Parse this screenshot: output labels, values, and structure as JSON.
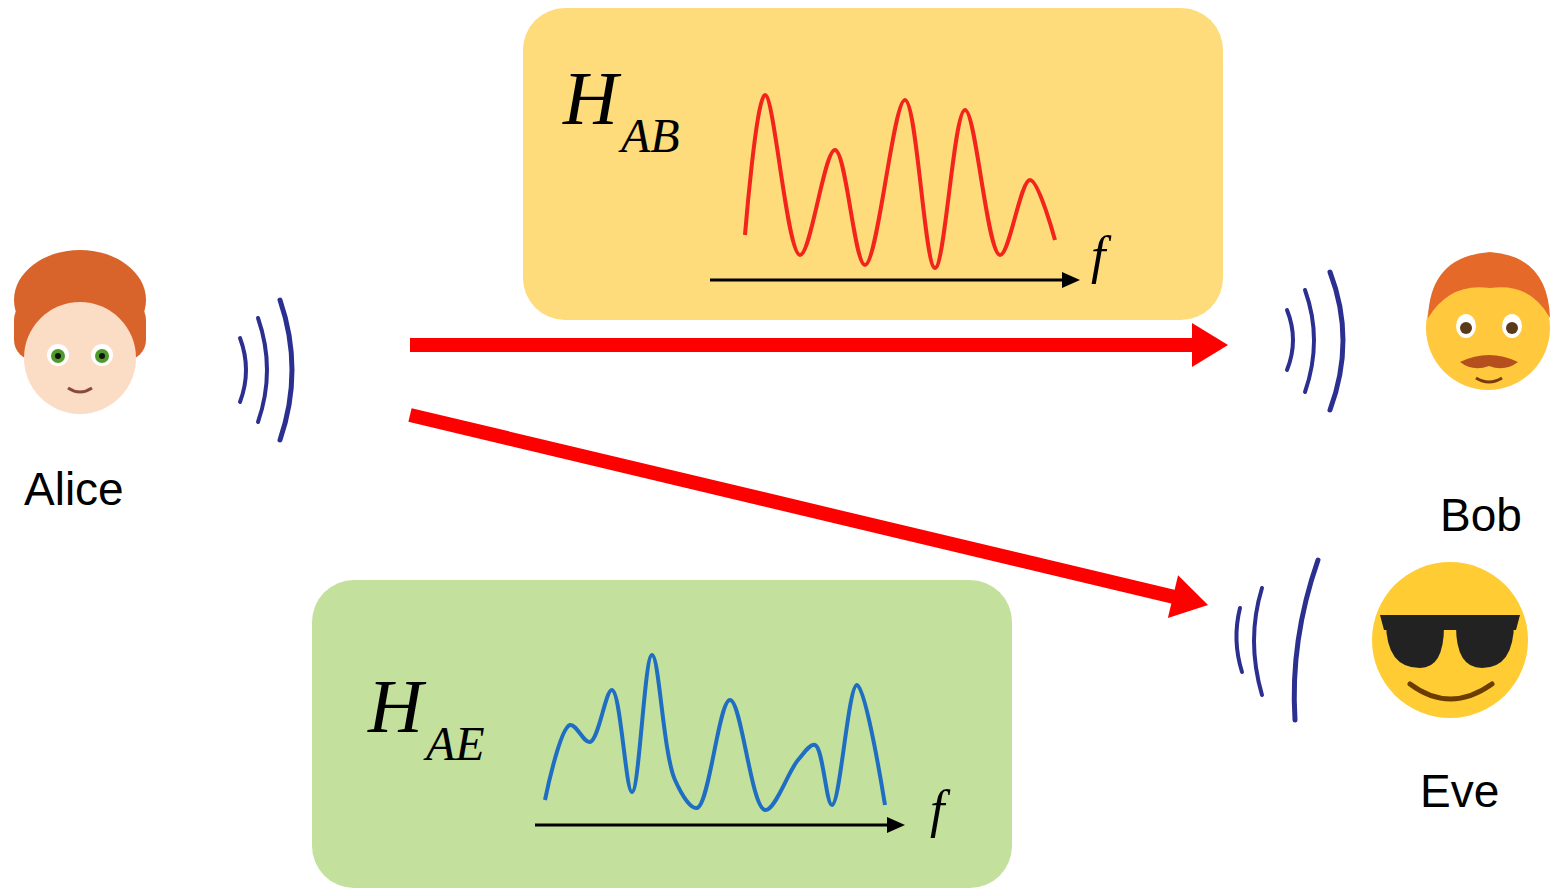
{
  "diagram": {
    "nodes": [
      {
        "text": [
          "Alice"
        ]
      },
      {
        "text": [
          "H",
          "AB",
          "f"
        ]
      },
      {
        "text": [
          "Bob"
        ]
      },
      {
        "text": [
          "H",
          "AE",
          "f"
        ]
      },
      {
        "text": [
          "Eve"
        ]
      }
    ],
    "edges": [
      {
        "from": 0,
        "to": 2,
        "arrow": "to"
      },
      {
        "from": 0,
        "to": 4,
        "arrow": "to"
      }
    ]
  }
}
